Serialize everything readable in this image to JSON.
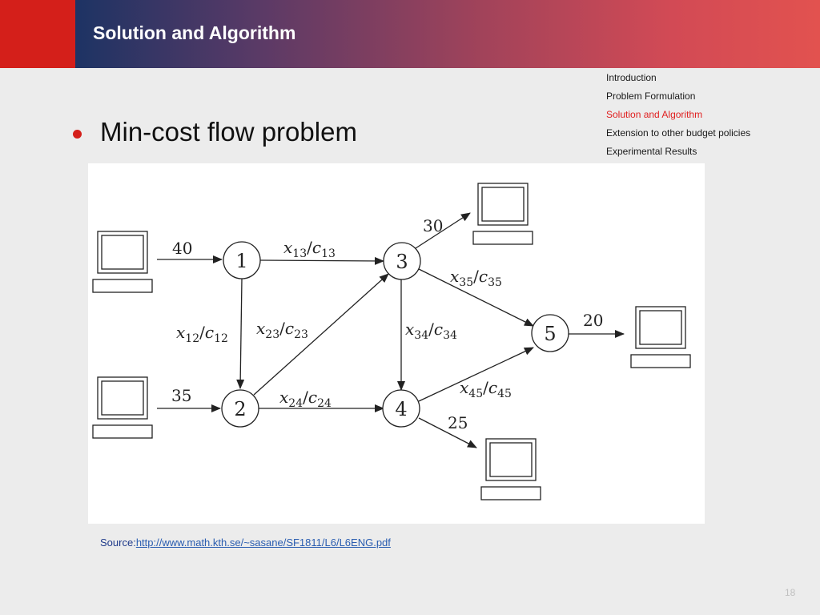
{
  "header": {
    "title": "Solution and Algorithm"
  },
  "nav": {
    "items": [
      {
        "label": "Introduction",
        "active": false
      },
      {
        "label": "Problem Formulation",
        "active": false
      },
      {
        "label": "Solution and Algorithm",
        "active": true
      },
      {
        "label": "Extension to other budget policies",
        "active": false
      },
      {
        "label": "Experimental Results",
        "active": false
      }
    ]
  },
  "content": {
    "bullet": "Min-cost flow problem"
  },
  "diagram": {
    "nodes": [
      "1",
      "2",
      "3",
      "4",
      "5"
    ],
    "supplies": {
      "n1": "40",
      "n2": "35"
    },
    "demands": {
      "n3": "30",
      "n4": "25",
      "n5": "20"
    },
    "edges": {
      "e13": {
        "x": "x",
        "sub": "13",
        "c": "c"
      },
      "e12": {
        "x": "x",
        "sub": "12",
        "c": "c"
      },
      "e23": {
        "x": "x",
        "sub": "23",
        "c": "c"
      },
      "e24": {
        "x": "x",
        "sub": "24",
        "c": "c"
      },
      "e34": {
        "x": "x",
        "sub": "34",
        "c": "c"
      },
      "e35": {
        "x": "x",
        "sub": "35",
        "c": "c"
      },
      "e45": {
        "x": "x",
        "sub": "45",
        "c": "c"
      }
    }
  },
  "source": {
    "prefix": "Source:",
    "link": "http://www.math.kth.se/~sasane/SF1811/L6/L6ENG.pdf"
  },
  "page_number": "18",
  "colors": {
    "accent": "#d41f1a",
    "active_nav": "#e02020"
  }
}
